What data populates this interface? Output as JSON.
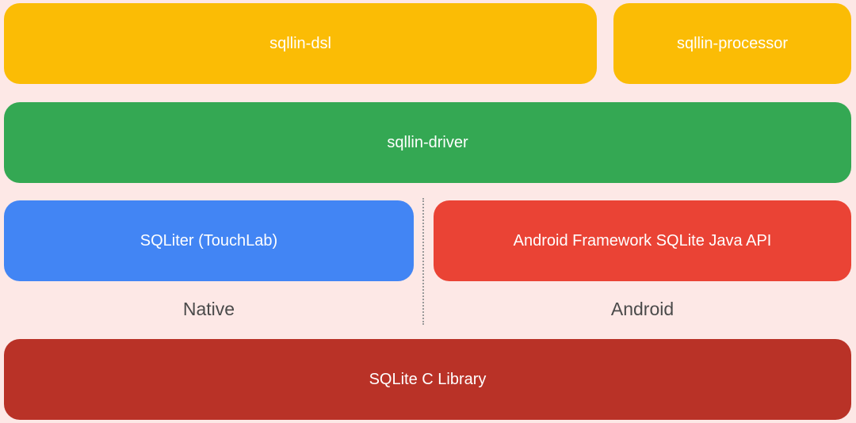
{
  "diagram": {
    "blocks": {
      "dsl": "sqllin-dsl",
      "processor": "sqllin-processor",
      "driver": "sqllin-driver",
      "sqliter": "SQLiter (TouchLab)",
      "android_api": "Android Framework SQLite Java API",
      "sqlite_c": "SQLite C Library"
    },
    "platforms": {
      "native": "Native",
      "android": "Android"
    },
    "colors": {
      "background": "#fde8e6",
      "yellow": "#fbbc05",
      "green": "#34a853",
      "blue": "#4285f4",
      "red": "#ea4335",
      "dark_red": "#b93227"
    }
  }
}
